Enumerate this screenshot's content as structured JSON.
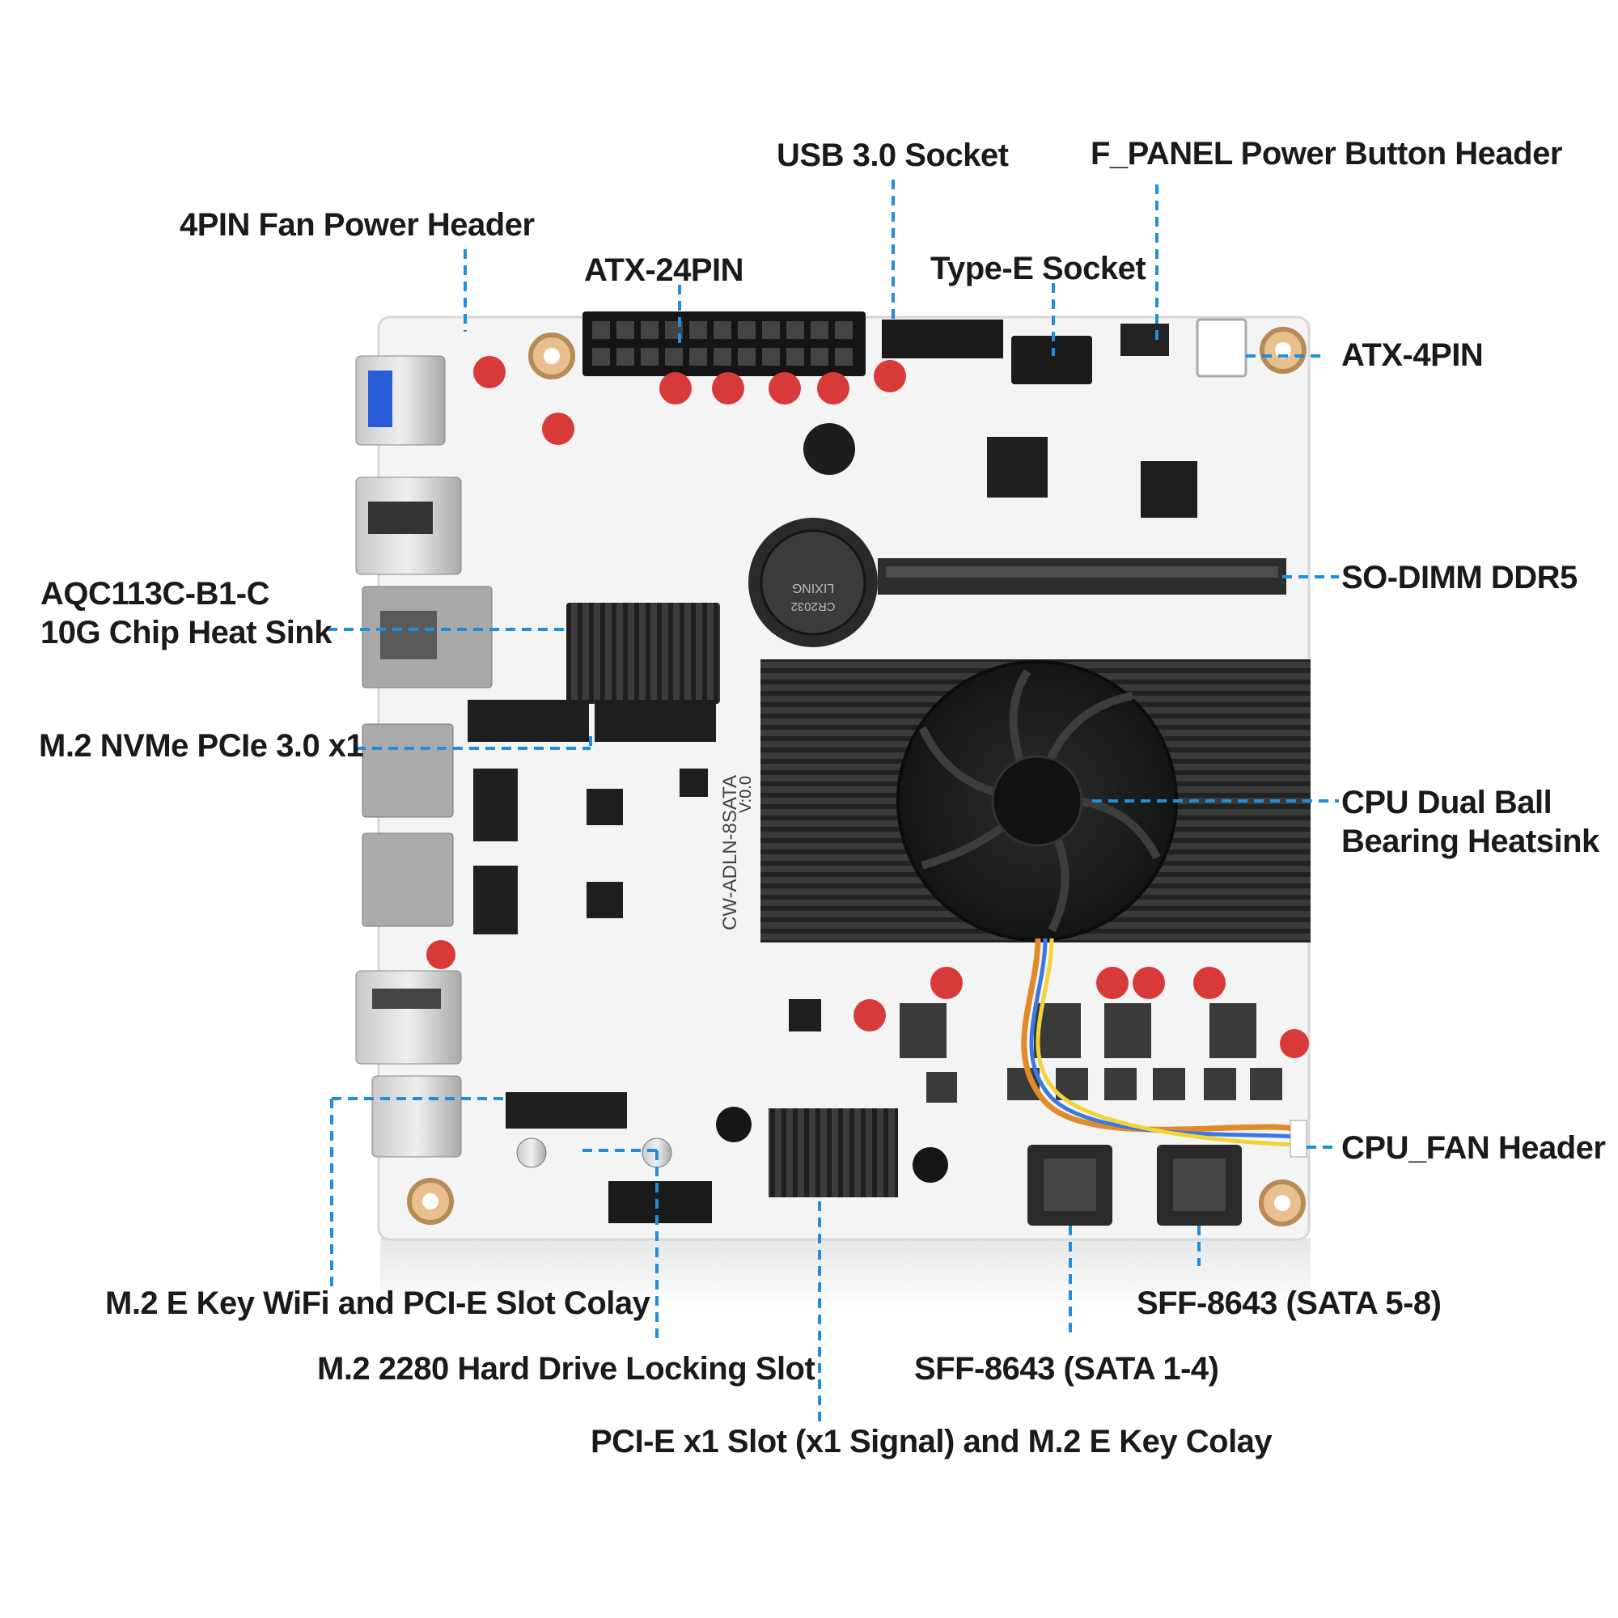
{
  "accent_color": "#1f8fdc",
  "board": {
    "model_text": "CW-ADLN-8SATA",
    "version_text": "V:0.0",
    "battery_text": "CR2032",
    "battery_brand": "LIXING"
  },
  "labels": {
    "usb30_socket": "USB 3.0 Socket",
    "f_panel": "F_PANEL Power Button Header",
    "fan_4pin": "4PIN Fan Power Header",
    "atx_24pin": "ATX-24PIN",
    "type_e": "Type-E Socket",
    "atx_4pin": "ATX-4PIN",
    "so_dimm": "SO-DIMM DDR5",
    "aqc_line1": "AQC113C-B1-C",
    "aqc_line2": "10G Chip Heat Sink",
    "m2_nvme": "M.2 NVMe PCIe 3.0 x1",
    "cpu_line1": "CPU Dual Ball",
    "cpu_line2": "Bearing Heatsink",
    "cpu_fan": "CPU_FAN Header",
    "m2_ekey_wifi": "M.2 E Key WiFi and PCI-E Slot Colay",
    "sff_5_8": "SFF-8643 (SATA 5-8)",
    "m2_lock": "M.2 2280 Hard Drive Locking Slot",
    "sff_1_4": "SFF-8643 (SATA 1-4)",
    "pcie_x1": "PCI-E x1 Slot (x1 Signal) and M.2 E Key Colay"
  }
}
